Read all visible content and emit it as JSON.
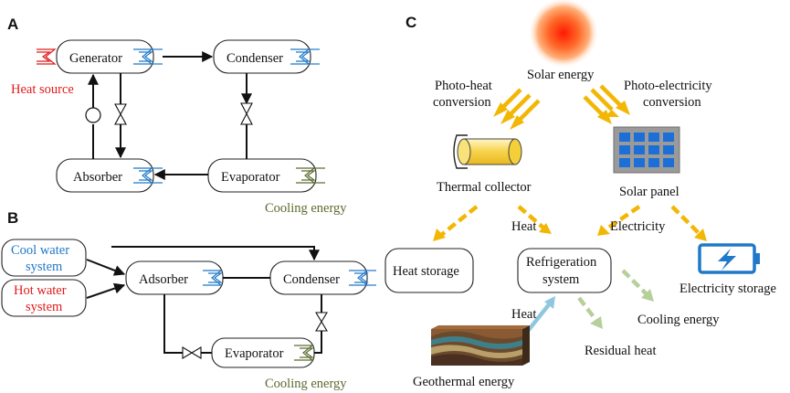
{
  "colors": {
    "red": "#e21a1a",
    "blue": "#1f78c8",
    "olive": "#5b6b2e",
    "gold": "#f2b705",
    "green_arrow": "#b7cf9a",
    "light_blue_arrow": "#8ec7df"
  },
  "panel_a": {
    "label": "A",
    "generator": "Generator",
    "condenser": "Condenser",
    "absorber": "Absorber",
    "evaporator": "Evaporator",
    "heat_source": "Heat source",
    "cooling_energy": "Cooling energy"
  },
  "panel_b": {
    "label": "B",
    "cool_water_line1": "Cool water",
    "cool_water_line2": "system",
    "hot_water_line1": "Hot water",
    "hot_water_line2": "system",
    "adsorber": "Adsorber",
    "condenser": "Condenser",
    "evaporator": "Evaporator",
    "cooling_energy": "Cooling energy"
  },
  "panel_c": {
    "label": "C",
    "solar_energy": "Solar energy",
    "photo_heat_line1": "Photo-heat",
    "photo_heat_line2": "conversion",
    "photo_elec_line1": "Photo-electricity",
    "photo_elec_line2": "conversion",
    "thermal_collector": "Thermal collector",
    "solar_panel": "Solar panel",
    "heat_label": "Heat",
    "electricity_label": "Electricity",
    "heat_storage": "Heat storage",
    "refrigeration_line1": "Refrigeration",
    "refrigeration_line2": "system",
    "electricity_storage": "Electricity storage",
    "heat_geo_label": "Heat",
    "cooling_energy": "Cooling energy",
    "residual_heat": "Residual heat",
    "geothermal_energy": "Geothermal energy"
  }
}
